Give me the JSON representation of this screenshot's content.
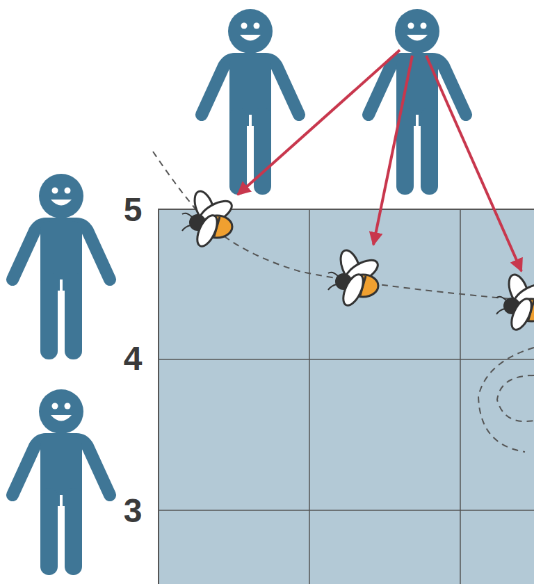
{
  "diagram": {
    "labels": [
      "5",
      "4",
      "3"
    ]
  }
}
